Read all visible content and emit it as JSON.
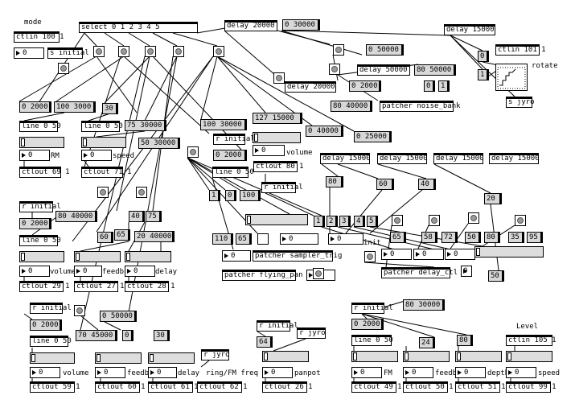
{
  "comments": {
    "mode": "mode",
    "rotate": "rotate",
    "init": "init",
    "level": "Level",
    "rm": "RM",
    "speed": "speed",
    "volume": "volume",
    "volume2": "volume",
    "feedb": "feedb",
    "delay": "delay",
    "volume3": "volume",
    "feedback": "feedback",
    "delay2": "delay",
    "ringfm": "ring/FM freq",
    "panpot": "panpot",
    "fm": "FM",
    "feedb2": "feedb",
    "depth": "depth",
    "speed2": "speed"
  },
  "objects": {
    "ctlin100": "ctlin 100 1",
    "select": "select 0 1 2 3 4 5",
    "s_initial": "s initial",
    "delay20000_top": "delay 20000",
    "delay15000_top": "delay 15000",
    "ctlin101": "ctlin 101 1",
    "delay50000": "delay 50000",
    "delay20000_mid": "delay 20000",
    "patcher_noise": "patcher noise_bank",
    "s_jyro": "s jyro",
    "line1": "line 0 50",
    "line2": "line 0 50",
    "line3": "line 0 50",
    "r_initial1": "r initial",
    "ctlout80": "ctlout 80 1",
    "r_initial2": "r initial",
    "delay15000_a": "delay 15000",
    "delay15000_b": "delay 15000",
    "delay15000_c": "delay 15000",
    "delay15000_d": "delay 15000",
    "ctlout69": "ctlout 69 1",
    "ctlout71": "ctlout 71 1",
    "r_initial3": "r initial",
    "line4": "line 0 50",
    "patcher_sampler": "patcher sampler_trig",
    "patcher_flying": "patcher flying_pan",
    "patcher_delay": "patcher delay_ctl",
    "ctlout29": "ctlout 29 1",
    "ctlout27": "ctlout 27 1",
    "ctlout28": "ctlout 28 1",
    "r_initial4": "r initial",
    "r_initial5": "r initial",
    "line5": "line 0 50",
    "r_initial6": "r initial",
    "r_jyro1": "r jyro",
    "ctlin105": "ctlin 105 1",
    "line6": "line 0 50",
    "r_jyro2": "r jyro",
    "ctlout59": "ctlout 59 1",
    "ctlout60": "ctlout 60 1",
    "ctlout61": "ctlout 61 1",
    "ctlout62": "ctlout 62 1",
    "ctlout26": "ctlout 26 1",
    "ctlout49": "ctlout 49 1",
    "ctlout50": "ctlout 50 1",
    "ctlout51": "ctlout 51 1",
    "ctlout99": "ctlout 99 1"
  },
  "messages": {
    "m0_30000": "0 30000",
    "m0_50000a": "0 50000",
    "m80_50000": "80 50000",
    "m0_2000a": "0 2000",
    "m0_top": "0",
    "m1_top": "1",
    "m0_b": "0",
    "m1_b": "1",
    "m80_40000a": "80 40000",
    "m0_2000b": "0 2000",
    "m100_3000": "100 3000",
    "m30a": "30",
    "m75_30000": "75 30000",
    "m100_30000": "100 30000",
    "m127_15000": "127 15000",
    "m0_40000": "0 40000",
    "m50_30000": "50 30000",
    "m0_2000c": "0 2000",
    "m0_25000": "0 25000",
    "m80": "80",
    "m60": "60",
    "m40a": "40",
    "m20": "20",
    "m1": "1",
    "m0": "0",
    "m100": "100",
    "m0_2000d": "0 2000",
    "m80_40000b": "80 40000",
    "m40b": "40",
    "m75": "75",
    "m60b": "60",
    "m65a": "65",
    "m20_40000": "20 40000",
    "m110": "110",
    "m65b": "65",
    "n1": "1",
    "n2": "2",
    "n3": "3",
    "n4": "4",
    "n5": "5",
    "m65c": "65",
    "m58": "58",
    "m72": "72",
    "m50a": "50",
    "m80b": "80",
    "m35": "35",
    "m95": "95",
    "m50b": "50",
    "m0_50000b": "0 50000",
    "m0_2000e": "0 2000",
    "m70_45000": "70 45000",
    "m0c": "0",
    "m30b": "30",
    "m64": "64",
    "m80_30000": "80 30000",
    "m0_2000f": "0 2000",
    "m24": "24",
    "m80c": "80"
  },
  "numbers": {
    "n_mode": "0",
    "n_rm": "0",
    "n_speed": "0",
    "n_vol": "0",
    "n_volume1": "0",
    "n_feedb": "0",
    "n_delay": "0",
    "n_flying": "0",
    "n_sampler": "0",
    "n_mid": "0",
    "n_delayctl1": "0",
    "n_delayctl2": "0",
    "n_delayctl3": "0",
    "n_vol2": "0",
    "n_feed2": "0",
    "n_delay2": "0",
    "n_panpot": "0",
    "n_fm": "0",
    "n_feedb3": "0",
    "n_depth": "0",
    "n_speed3": "0",
    "n_80_40000": "0",
    "n_bl": "0"
  }
}
